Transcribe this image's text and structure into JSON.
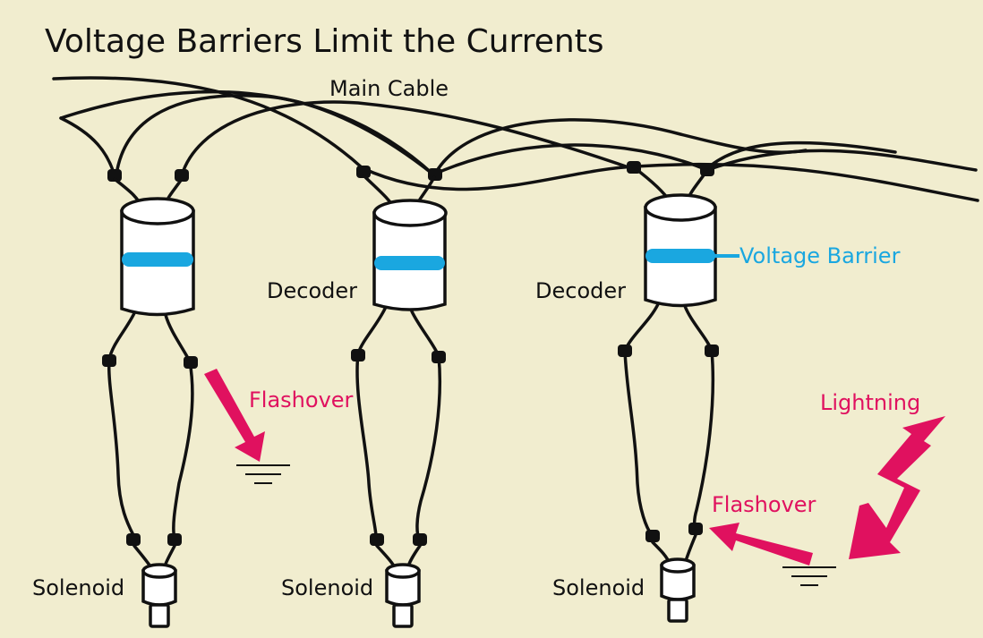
{
  "title": "Voltage Barriers Limit the Currents",
  "labels": {
    "main_cable": "Main Cable",
    "decoder_2": "Decoder",
    "decoder_3": "Decoder",
    "voltage_barrier": "Voltage Barrier",
    "solenoid_1": "Solenoid",
    "solenoid_2": "Solenoid",
    "solenoid_3": "Solenoid",
    "flashover_1": "Flashover",
    "flashover_2": "Flashover",
    "lightning": "Lightning"
  },
  "colors": {
    "background": "#f1edcf",
    "ink": "#111111",
    "barrier": "#1aa7e0",
    "hazard": "#e0115f"
  }
}
